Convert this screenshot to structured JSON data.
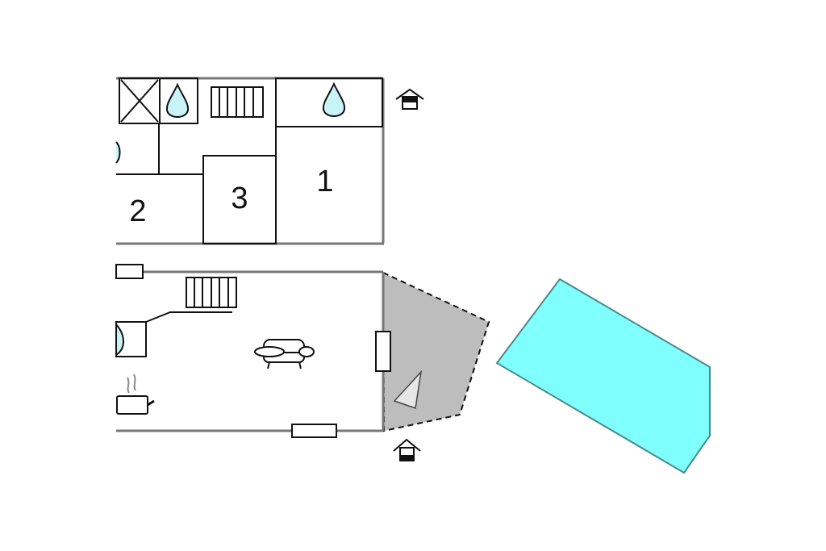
{
  "rooms": [
    {
      "label": "1"
    },
    {
      "label": "2"
    },
    {
      "label": "3"
    }
  ],
  "colors": {
    "wall": "#7a7a7a",
    "interior_line": "#111111",
    "water": "#c8f4f8",
    "terrace": "#bdbdbd",
    "pool": "#80ffff",
    "pool_stroke": "#4a8a8a"
  },
  "icons": [
    "entrance-icon",
    "water-drop-icon",
    "stairs-icon",
    "sofa-icon",
    "kitchen-pot-icon",
    "window-icon",
    "bed-box-icon"
  ]
}
